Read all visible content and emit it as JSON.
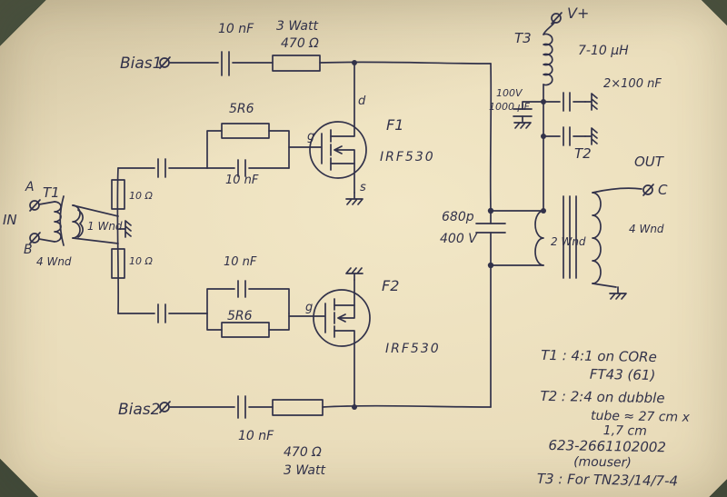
{
  "colors": {
    "paper": "#e9dcba",
    "ink": "#32324a"
  },
  "labels": {
    "bias1": "Bias1",
    "bias2": "Bias2",
    "vplus": "V+",
    "in": "IN",
    "term_a": "A",
    "term_b": "B",
    "term_c": "C",
    "out": "OUT",
    "t1": "T1",
    "t2": "T2",
    "t3": "T3",
    "t1_pri": "4 Wnd",
    "t1_sec": "1 Wnd",
    "t2_pri": "2 Wnd",
    "t2_sec": "4 Wnd",
    "choke": "7-10 μH",
    "cap_top": "10 nF",
    "res_top_w": "3 Watt",
    "res_top": "470 Ω",
    "g1_res": "5R6",
    "g1_cap": "10 nF",
    "g2_res": "5R6",
    "g2_cap": "10 nF",
    "r10_top": "10 Ω",
    "r10_bot": "10 Ω",
    "f1": "F1",
    "f1_part": "IRF530",
    "f2": "F2",
    "f2_part": "IRF530",
    "pin_g1": "g",
    "pin_d1": "d",
    "pin_s1": "s",
    "pin_g2": "g",
    "cap_bot": "10 nF",
    "res_bot": "470 Ω",
    "res_bot_w": "3 Watt",
    "cap_out": "680p",
    "cap_out_v": "400 V",
    "elco_v": "100V",
    "elco": "1000 μF",
    "decouple": "2×100 nF"
  },
  "notes": {
    "line1": "T1 : 4:1 on CORe",
    "line2": "FT43 (61)",
    "line3": "T2 : 2:4 on dubble",
    "line4": "tube ≈ 27 cm x",
    "line5": "1,7 cm",
    "line6": "623-2661102002",
    "line7": "(mouser)",
    "line8": "T3 : For TN23/14/7-4"
  }
}
